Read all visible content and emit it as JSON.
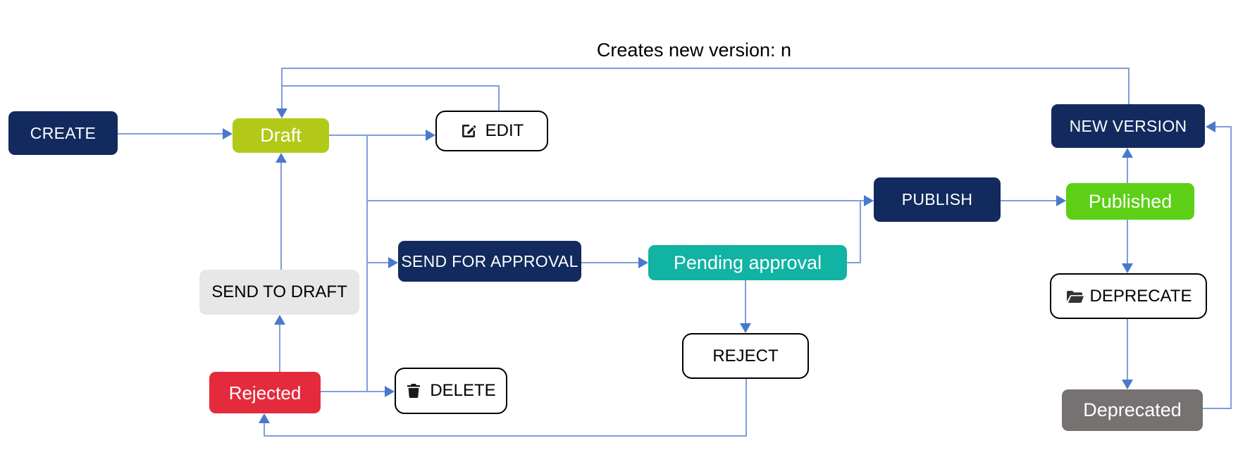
{
  "diagram": {
    "annotation": "Creates new version: n",
    "nodes": {
      "create": {
        "label": "CREATE",
        "type": "action",
        "color": "#132a5e",
        "text_color": "#ffffff"
      },
      "draft": {
        "label": "Draft",
        "type": "state",
        "color": "#b2c918",
        "text_color": "#ffffff"
      },
      "edit": {
        "label": "EDIT",
        "type": "action",
        "color": "#ffffff",
        "text_color": "#000000",
        "icon": "edit-icon"
      },
      "send_for_approval": {
        "label": "SEND FOR APPROVAL",
        "type": "action",
        "color": "#132a5e",
        "text_color": "#ffffff"
      },
      "pending_approval": {
        "label": "Pending approval",
        "type": "state",
        "color": "#11b3a3",
        "text_color": "#ffffff"
      },
      "publish": {
        "label": "PUBLISH",
        "type": "action",
        "color": "#132a5e",
        "text_color": "#ffffff"
      },
      "published": {
        "label": "Published",
        "type": "state",
        "color": "#5ccf16",
        "text_color": "#ffffff"
      },
      "new_version": {
        "label": "NEW VERSION",
        "type": "action",
        "color": "#132a5e",
        "text_color": "#ffffff"
      },
      "deprecate": {
        "label": "DEPRECATE",
        "type": "action",
        "color": "#ffffff",
        "text_color": "#000000",
        "icon": "folder-open-icon"
      },
      "deprecated": {
        "label": "Deprecated",
        "type": "state",
        "color": "#777272",
        "text_color": "#ffffff"
      },
      "send_to_draft": {
        "label": "SEND TO DRAFT",
        "type": "action",
        "color": "#e8e7e7",
        "text_color": "#000000"
      },
      "rejected": {
        "label": "Rejected",
        "type": "state",
        "color": "#e42b3d",
        "text_color": "#ffffff"
      },
      "reject": {
        "label": "REJECT",
        "type": "action",
        "color": "#ffffff",
        "text_color": "#000000"
      },
      "delete": {
        "label": "DELETE",
        "type": "action",
        "color": "#ffffff",
        "text_color": "#000000",
        "icon": "trash-icon"
      }
    },
    "edges": [
      "CREATE -> Draft",
      "Draft -> EDIT",
      "EDIT -> Draft",
      "Draft -> SEND FOR APPROVAL",
      "Draft -> PUBLISH",
      "Draft -> DELETE",
      "SEND FOR APPROVAL -> Pending approval",
      "Pending approval -> PUBLISH",
      "Pending approval -> REJECT",
      "REJECT -> Rejected",
      "Rejected -> SEND TO DRAFT",
      "Rejected -> DELETE",
      "SEND TO DRAFT -> Draft",
      "PUBLISH -> Published",
      "Published -> NEW VERSION",
      "Published -> DEPRECATE",
      "DEPRECATE -> Deprecated",
      "Deprecated -> NEW VERSION",
      "NEW VERSION -> Draft (Creates new version: n)"
    ],
    "colors": {
      "connector_line": "#7f9edb",
      "connector_arrow": "#4a78cc",
      "background": "#ffffff",
      "annotation_text": "#000000"
    }
  }
}
